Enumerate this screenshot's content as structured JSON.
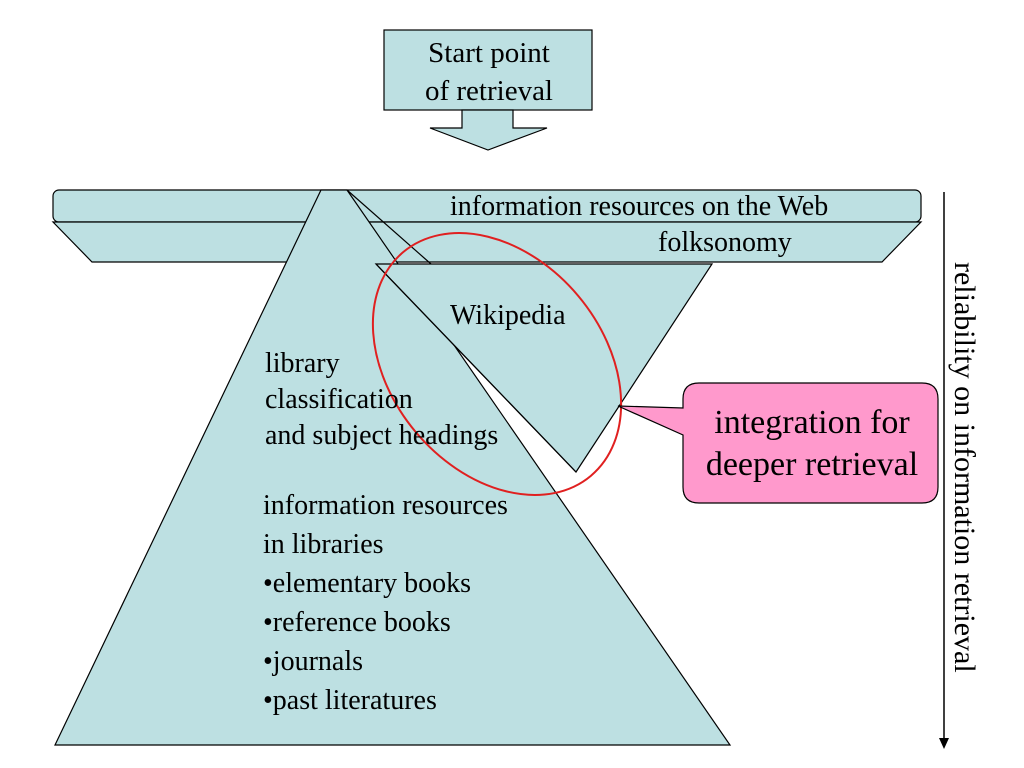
{
  "start_box": {
    "text": "Start point\nof retrieval"
  },
  "layers": {
    "web": "information resources on the Web",
    "folksonomy": "folksonomy",
    "wikipedia": "Wikipedia",
    "classification": "library\nclassification\nand subject headings",
    "library_resources": "information resources\nin libraries\n•elementary books\n•reference books\n•journals\n•past literatures"
  },
  "callout": {
    "text": "integration for\ndeeper retrieval"
  },
  "axis": {
    "label": "reliability on information retrieval"
  },
  "colors": {
    "fill": "#bde0e2",
    "outline": "#000000",
    "callout_fill": "#ff99cc",
    "highlight_ellipse": "#e02020"
  }
}
